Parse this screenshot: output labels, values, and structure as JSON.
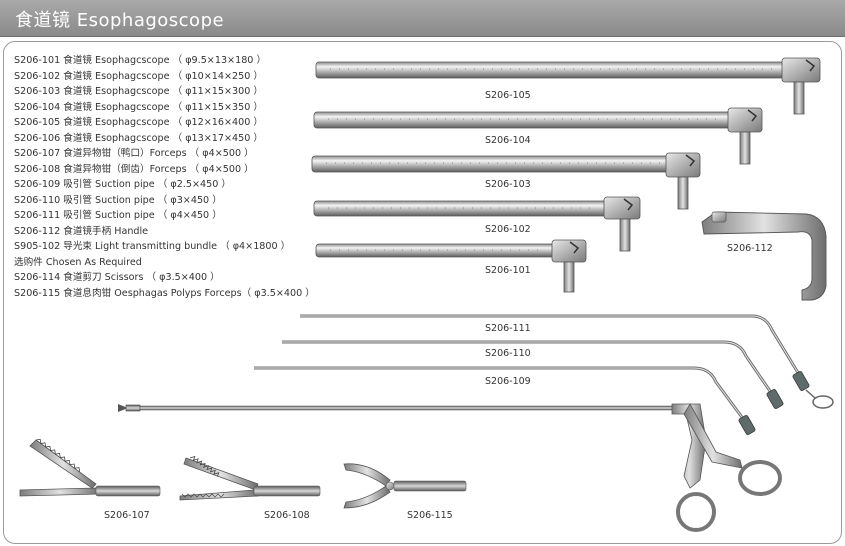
{
  "header": {
    "title": "食道镜 Esophagoscope"
  },
  "specs": [
    "S206-101 食道镜 Esophagcscope （ φ9.5×13×180 ）",
    "S206-102 食道镜 Esophagcscope （ φ10×14×250 ）",
    "S206-103 食道镜 Esophagcscope （ φ11×15×300 ）",
    "S206-104 食道镜 Esophagcscope （ φ11×15×350 ）",
    "S206-105 食道镜 Esophagcscope （ φ12×16×400 ）",
    "S206-106 食道镜 Esophagcscope （ φ13×17×450 ）",
    "S206-107 食道异物钳（鸭口）Forceps （ φ4×500 ）",
    "S206-108 食道异物钳（倒齿）Forceps （ φ4×500 ）",
    "S206-109 吸引管 Suction pipe （ φ2.5×450 ）",
    "S206-110 吸引管 Suction pipe （ φ3×450 ）",
    "S206-111 吸引管 Suction pipe （ φ4×450 ）",
    "S206-112 食道镜手柄 Handle",
    "S905-102 导光束 Light transmitting bundle （ φ4×1800 ）",
    "选购件 Chosen As Required",
    "S206-114 食道剪刀 Scissors （ φ3.5×400 ）",
    "S206-115 食道息肉钳 Oesphagas Polyps Forceps（ φ3.5×400 ）"
  ],
  "labels": {
    "s105": "S206-105",
    "s104": "S206-104",
    "s103": "S206-103",
    "s102": "S206-102",
    "s101": "S206-101",
    "s112": "S206-112",
    "s111": "S206-111",
    "s110": "S206-110",
    "s109": "S206-109",
    "s107": "S206-107",
    "s108": "S206-108",
    "s115": "S206-115"
  }
}
